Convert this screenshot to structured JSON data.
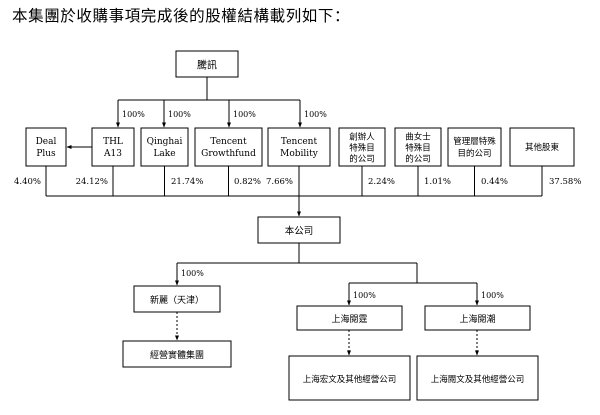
{
  "heading": "本集團於收購事項完成後的股權結構載列如下：",
  "top_node": "騰訊",
  "shareholders": [
    {
      "id": "deal-plus",
      "lines": [
        "Deal",
        "Plus"
      ],
      "pct": "4.40%"
    },
    {
      "id": "thl-a13",
      "lines": [
        "THL",
        "A13"
      ],
      "pct": "24.12%",
      "tencent_pct": "100%"
    },
    {
      "id": "qinghai-lake",
      "lines": [
        "Qinghai",
        "Lake"
      ],
      "pct": "21.74%",
      "tencent_pct": "100%"
    },
    {
      "id": "tencent-growthfund",
      "lines": [
        "Tencent",
        "Growthfund"
      ],
      "pct": "0.82%",
      "tencent_pct": "100%"
    },
    {
      "id": "tencent-mobility",
      "lines": [
        "Tencent",
        "Mobility"
      ],
      "pct": "7.66%",
      "tencent_pct": "100%"
    },
    {
      "id": "spv-founder",
      "lines": [
        "創辦人",
        "特殊目",
        "的公司"
      ],
      "pct": "2.24%"
    },
    {
      "id": "spv-ms-qu",
      "lines": [
        "曲女士",
        "特殊目",
        "的公司"
      ],
      "pct": "1.01%"
    },
    {
      "id": "spv-management",
      "lines": [
        "管理層特殊",
        "目的公司"
      ],
      "pct": "0.44%"
    },
    {
      "id": "other-shareholders",
      "lines": [
        "其他股東"
      ],
      "pct": "37.58%"
    }
  ],
  "company": "本公司",
  "left_branch": {
    "name": "新麗（天津）",
    "pct": "100%",
    "child": "經營實體集團"
  },
  "right_branch_pct": "100%",
  "middle_branch": {
    "name": "上海閱霆",
    "pct": "100%",
    "child": "上海宏文及其他經營公司"
  },
  "right_branch": {
    "name": "上海閱潮",
    "pct": "100%",
    "child": "上海閱文及其他經營公司"
  }
}
